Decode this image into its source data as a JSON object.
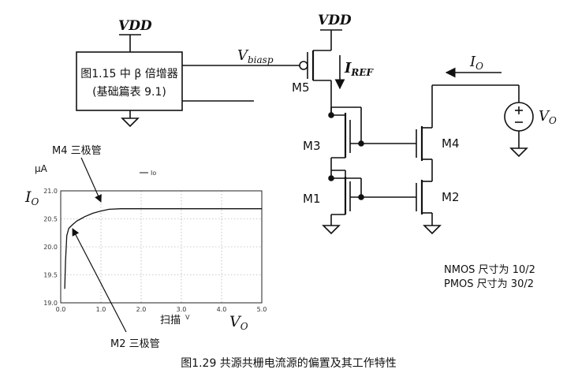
{
  "circuit": {
    "vdd_left": "VDD",
    "vdd_right": "VDD",
    "block_line1": "图1.15 中 β 倍增器",
    "block_line2": "(基础篇表 9.1)",
    "vbias_main": "V",
    "vbias_sub": "biasp",
    "iref_main": "I",
    "iref_sub": "REF",
    "io_main": "I",
    "io_sub": "O",
    "vo_main": "V",
    "vo_sub": "O",
    "m1": "M1",
    "m2": "M2",
    "m3": "M3",
    "m4": "M4",
    "m5": "M5",
    "nmos_note": "NMOS 尺寸为 10/2",
    "pmos_note": "PMOS 尺寸为 30/2"
  },
  "plot_text": {
    "m4_label": "M4 三极管",
    "m2_label": "M2 三极管",
    "ua_label": "μA",
    "y_main": "I",
    "y_sub": "O",
    "x_main": "V",
    "x_sub": "O",
    "sweep_label": "扫描",
    "volt_unit": "V",
    "legend": "Io"
  },
  "caption": "图1.29    共源共栅电流源的偏置及其工作特性",
  "chart_data": {
    "type": "line",
    "xlabel": "V",
    "ylabel": "I",
    "xlim": [
      0.0,
      5.0
    ],
    "ylim": [
      19.0,
      21.0
    ],
    "x_ticks": [
      "0.0",
      "1.0",
      "2.0",
      "3.0",
      "4.0",
      "5.0"
    ],
    "y_ticks": [
      "19.0",
      "19.5",
      "20.0",
      "20.5",
      "21.0"
    ],
    "grid": true,
    "legend_position": "top-right",
    "series": [
      {
        "name": "Io",
        "x": [
          0.1,
          0.12,
          0.15,
          0.2,
          0.3,
          0.4,
          0.5,
          0.6,
          0.8,
          1.0,
          1.2,
          1.5,
          2.0,
          3.0,
          4.0,
          5.0
        ],
        "y": [
          19.25,
          19.75,
          20.2,
          20.33,
          20.4,
          20.46,
          20.5,
          20.54,
          20.6,
          20.64,
          20.67,
          20.68,
          20.68,
          20.68,
          20.68,
          20.68
        ]
      }
    ]
  }
}
